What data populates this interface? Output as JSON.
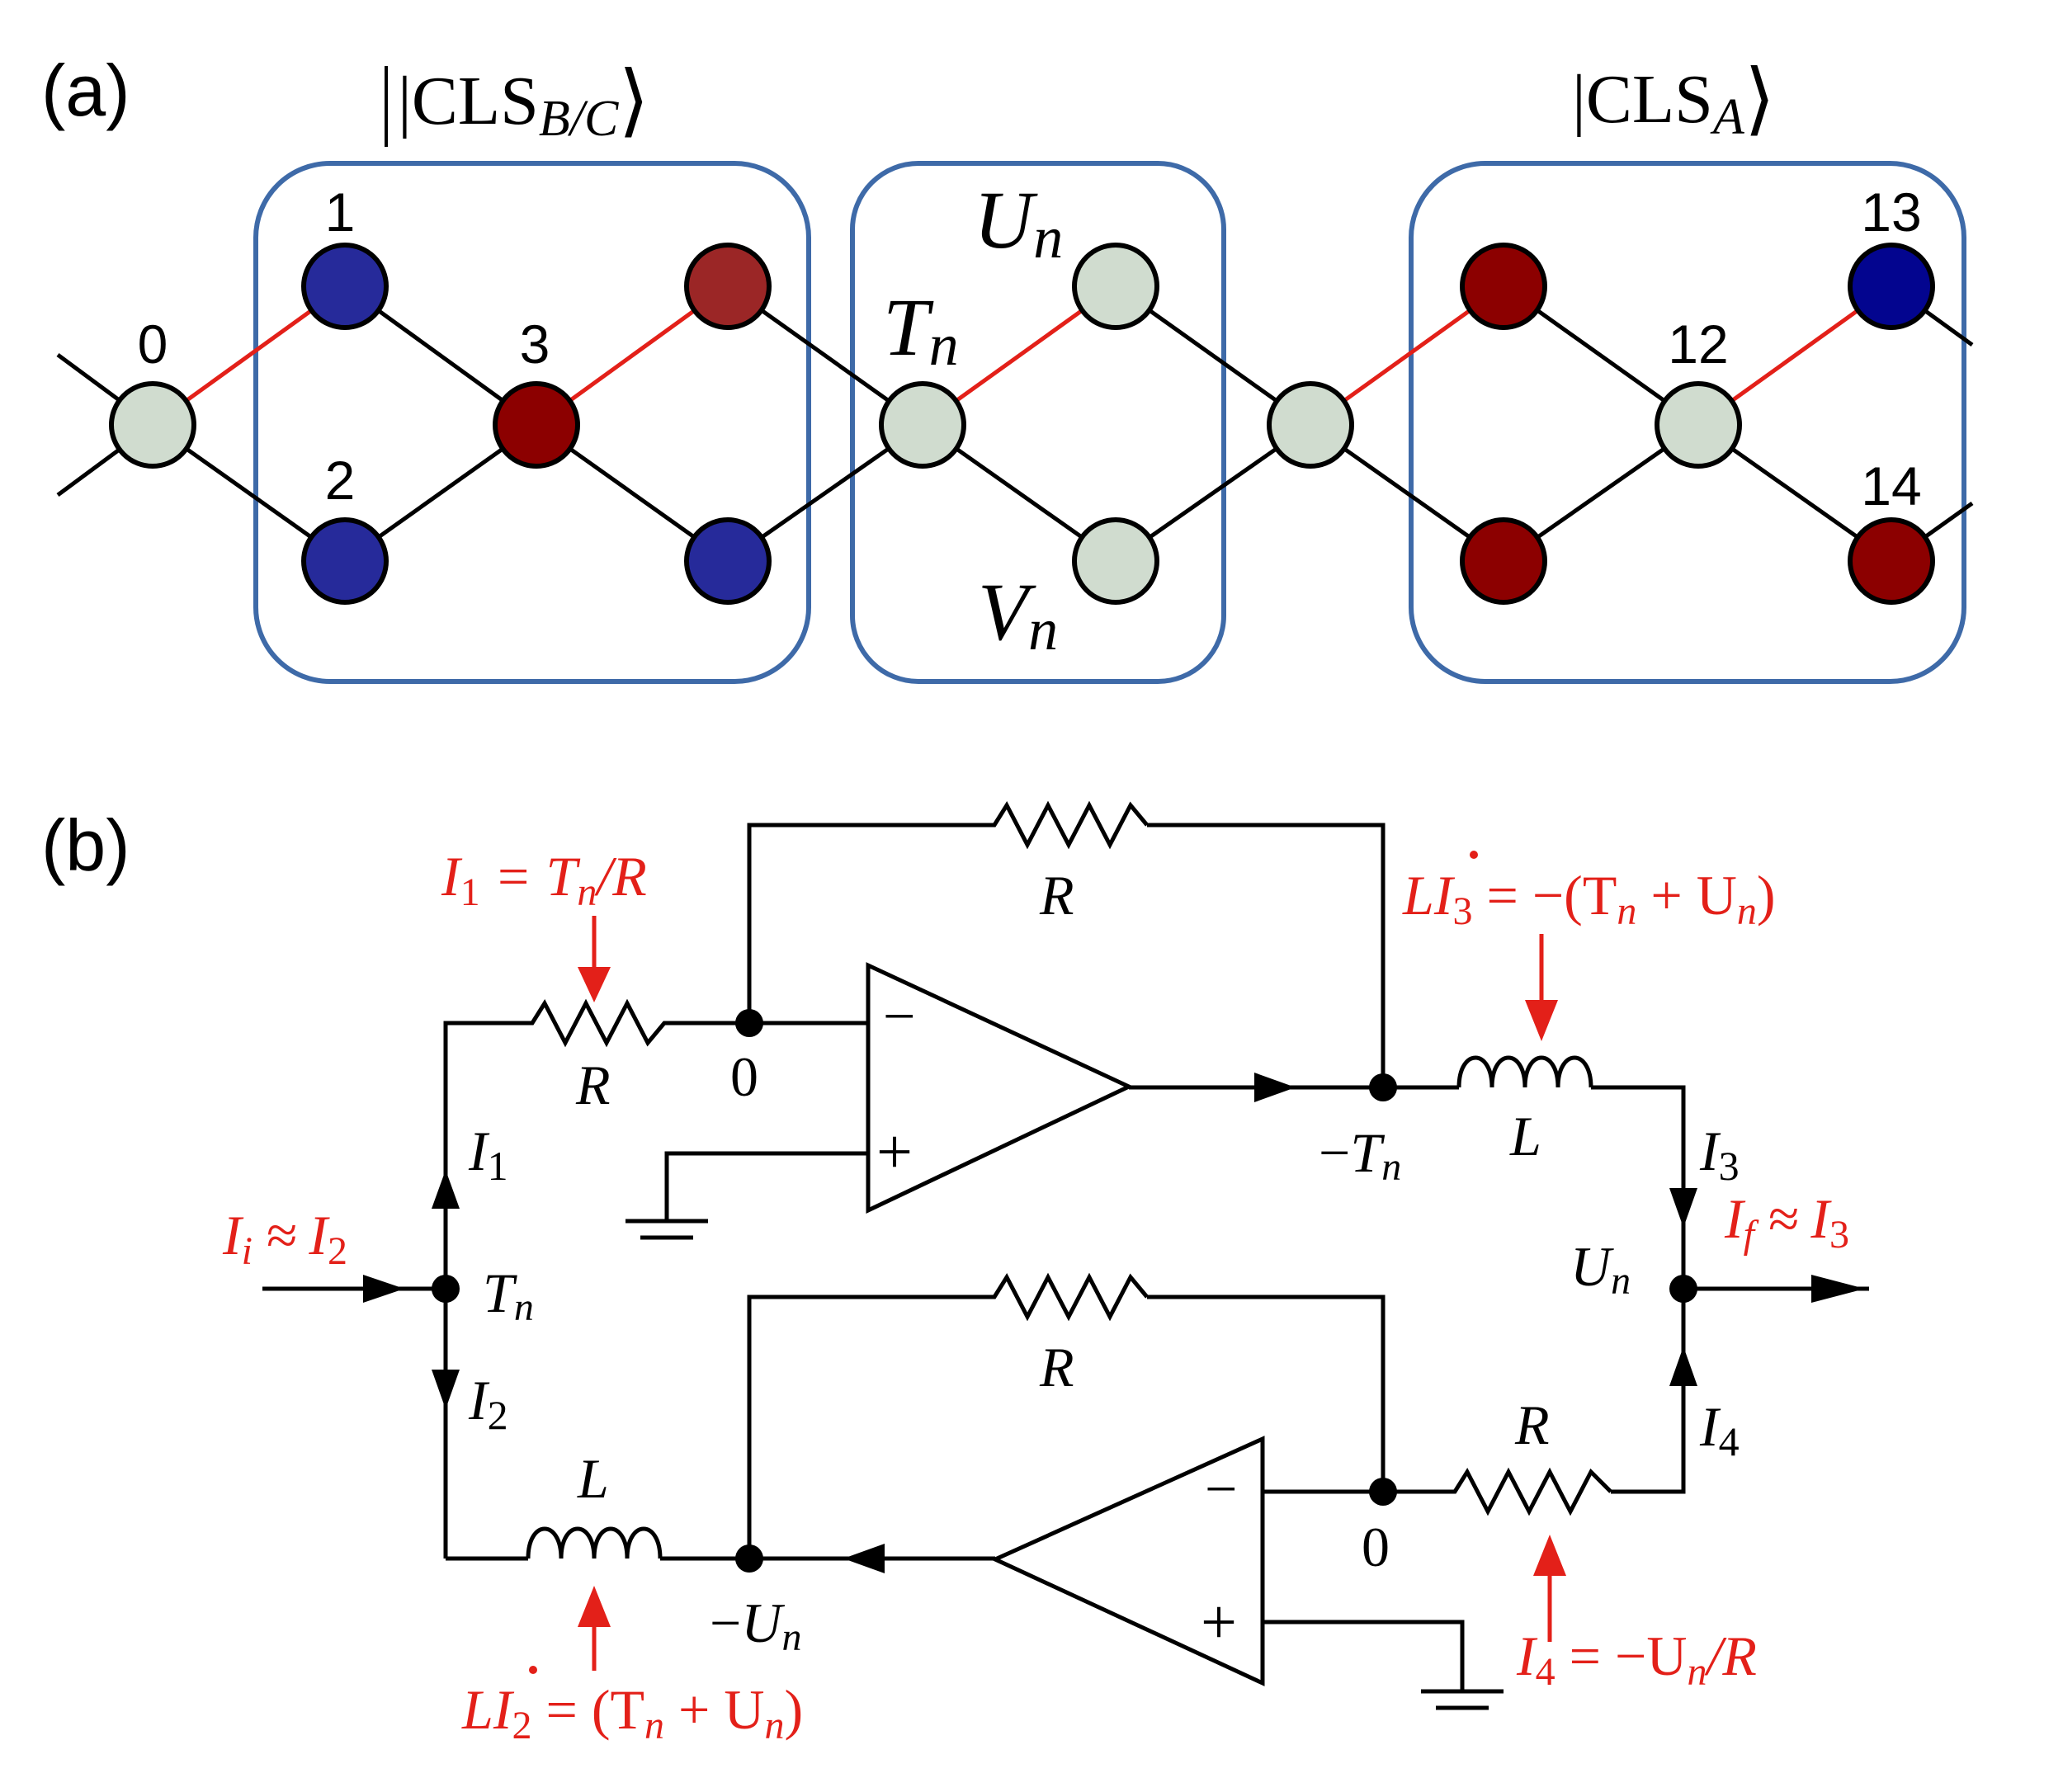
{
  "colors": {
    "box": "#3e6aa8",
    "blue_node": "#262a9a",
    "red_node": "#8c0000",
    "red_node_light": "#9b2626",
    "gray_node": "#d0dccf",
    "navy_node": "#03058f",
    "red_bond": "#e32019",
    "annotation_red": "#e32019"
  },
  "panel_a": {
    "label": "(a)",
    "cls_bc_label": "|CLS",
    "cls_bc_sub": "B/C",
    "cls_bc_close": "⟩",
    "cls_a_label": "|CLS",
    "cls_a_sub": "A",
    "cls_a_close": "⟩",
    "node_labels": {
      "n0": "0",
      "n1": "1",
      "n2": "2",
      "n3": "3",
      "n12": "12",
      "n13": "13",
      "n14": "14"
    },
    "var_T": "T",
    "var_U": "U",
    "var_V": "V",
    "var_sub": "n"
  },
  "panel_b": {
    "label": "(b)",
    "resistor_label": "R",
    "inductor_label": "L",
    "node_zero": "0",
    "minus_sign": "−",
    "plus_sign": "+",
    "current_I": "I",
    "sub_1": "1",
    "sub_2": "2",
    "sub_3": "3",
    "sub_4": "4",
    "sub_i": "i",
    "sub_f": "f",
    "sub_n": "n",
    "approx": "≈",
    "T": "T",
    "U": "U",
    "neg": "−",
    "eq_I1": "= T",
    "eq_I1_tail": "/R",
    "eq_LI3_lead": "L",
    "eq_LI3_mid": "= −(T",
    "eq_LI3_plus": "+ U",
    "eq_close": ")",
    "eq_LI2_mid": "= (T",
    "eq_I4": "= −U",
    "eq_I4_tail": "/R"
  }
}
